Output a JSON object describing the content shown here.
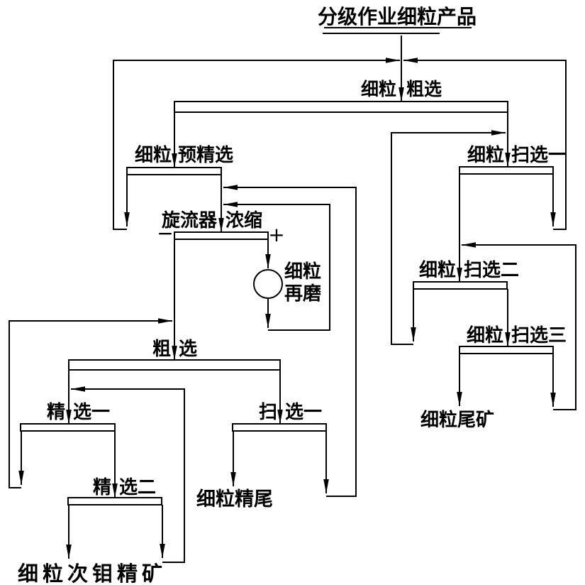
{
  "figure": {
    "title": "分级作业细粒产品",
    "stages": {
      "rougher_top": {
        "prefix": "细粒",
        "name": "粗选"
      },
      "precleaner": {
        "prefix": "细粒",
        "name": "预精选"
      },
      "scavenger1": {
        "prefix": "细粒",
        "name": "扫选一"
      },
      "cyclone": {
        "prefix": "旋流器",
        "name": "浓缩",
        "overflow_sign": "−",
        "underflow_sign": "+"
      },
      "regrind": {
        "line1": "细粒",
        "line2": "再磨"
      },
      "scavenger2": {
        "prefix": "细粒",
        "name": "扫选二"
      },
      "scavenger3": {
        "prefix": "细粒",
        "name": "扫选三"
      },
      "rougher2": {
        "prefix": "粗",
        "name": "选"
      },
      "cleaner1": {
        "prefix": "精",
        "name": "选一"
      },
      "scavenger1b": {
        "prefix": "扫",
        "name": "选一"
      },
      "cleaner2": {
        "prefix": "精",
        "name": "选二"
      }
    },
    "products": {
      "fine_tailings": "细粒尾矿",
      "cleaner_scavenger_tail": "细粒精尾",
      "secondary_mo_concentrate": "细粒次钼精矿"
    },
    "colors": {
      "line": "#000000",
      "background": "#ffffff"
    }
  }
}
